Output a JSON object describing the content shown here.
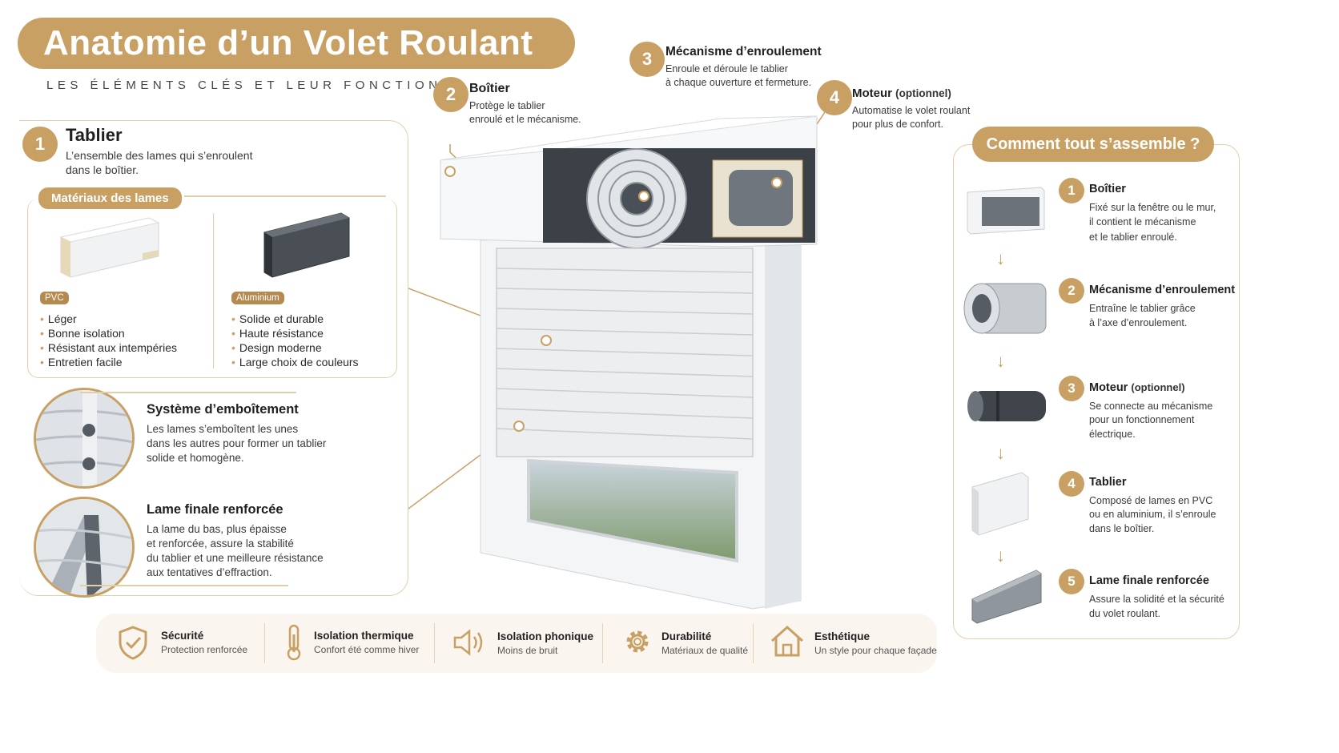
{
  "title": "Anatomie d’un Volet Roulant",
  "subtitle": "LES ÉLÉMENTS CLÉS ET LEUR FONCTION",
  "accent": "#c9a064",
  "tablier": {
    "num": "1",
    "title": "Tablier",
    "text1": "L’ensemble des lames qui s’enroulent",
    "text2": "dans le boîtier."
  },
  "materials": {
    "tag": "Matériaux des lames",
    "pvc": {
      "label": "PVC",
      "bullets": [
        "Léger",
        "Bonne isolation",
        "Résistant aux intempéries",
        "Entretien facile"
      ]
    },
    "alu": {
      "label": "Aluminium",
      "bullets": [
        "Solide et durable",
        "Haute résistance",
        "Design moderne",
        "Large choix de couleurs"
      ]
    }
  },
  "emboitement": {
    "title": "Système d’emboîtement",
    "lines": [
      "Les lames s’emboîtent les unes",
      "dans les autres pour former un tablier",
      "solide et homogène."
    ]
  },
  "lame_finale": {
    "title": "Lame finale renforcée",
    "lines": [
      "La lame du bas, plus épaisse",
      "et renforcée, assure la stabilité",
      "du tablier et une meilleure résistance",
      "aux tentatives d’effraction."
    ]
  },
  "callouts": {
    "boitier": {
      "num": "2",
      "title": "Boîtier",
      "l1": "Protège le tablier",
      "l2": "enroulé et le mécanisme."
    },
    "mecanisme": {
      "num": "3",
      "title": "Mécanisme d’enroulement",
      "l1": "Enroule et déroule le tablier",
      "l2": "à chaque ouverture et fermeture."
    },
    "moteur": {
      "num": "4",
      "title": "Moteur",
      "opt": "(optionnel)",
      "l1": "Automatise le volet roulant",
      "l2": "pour plus de confort."
    }
  },
  "assemble": {
    "title": "Comment tout s’assemble ?",
    "steps": [
      {
        "num": "1",
        "title": "Boîtier",
        "lines": [
          "Fixé sur la fenêtre ou le mur,",
          "il contient le mécanisme",
          "et le tablier enroulé."
        ]
      },
      {
        "num": "2",
        "title": "Mécanisme d’enroulement",
        "lines": [
          "Entraîne le tablier grâce",
          "à l’axe d’enroulement."
        ]
      },
      {
        "num": "3",
        "title": "Moteur",
        "opt": "(optionnel)",
        "lines": [
          "Se connecte au mécanisme",
          "pour un fonctionnement",
          "électrique."
        ]
      },
      {
        "num": "4",
        "title": "Tablier",
        "lines": [
          "Composé de lames en PVC",
          "ou en aluminium, il s’enroule",
          "dans le boîtier."
        ]
      },
      {
        "num": "5",
        "title": "Lame finale renforcée",
        "lines": [
          "Assure la solidité et la sécurité",
          "du volet roulant."
        ]
      }
    ]
  },
  "features": [
    {
      "icon": "shield-check-icon",
      "title": "Sécurité",
      "sub": "Protection renforcée"
    },
    {
      "icon": "thermometer-icon",
      "title": "Isolation thermique",
      "sub": "Confort été comme hiver"
    },
    {
      "icon": "speaker-icon",
      "title": "Isolation phonique",
      "sub": "Moins de bruit"
    },
    {
      "icon": "gear-icon",
      "title": "Durabilité",
      "sub": "Matériaux de qualité"
    },
    {
      "icon": "house-icon",
      "title": "Esthétique",
      "sub": "Un style pour chaque façade"
    }
  ]
}
